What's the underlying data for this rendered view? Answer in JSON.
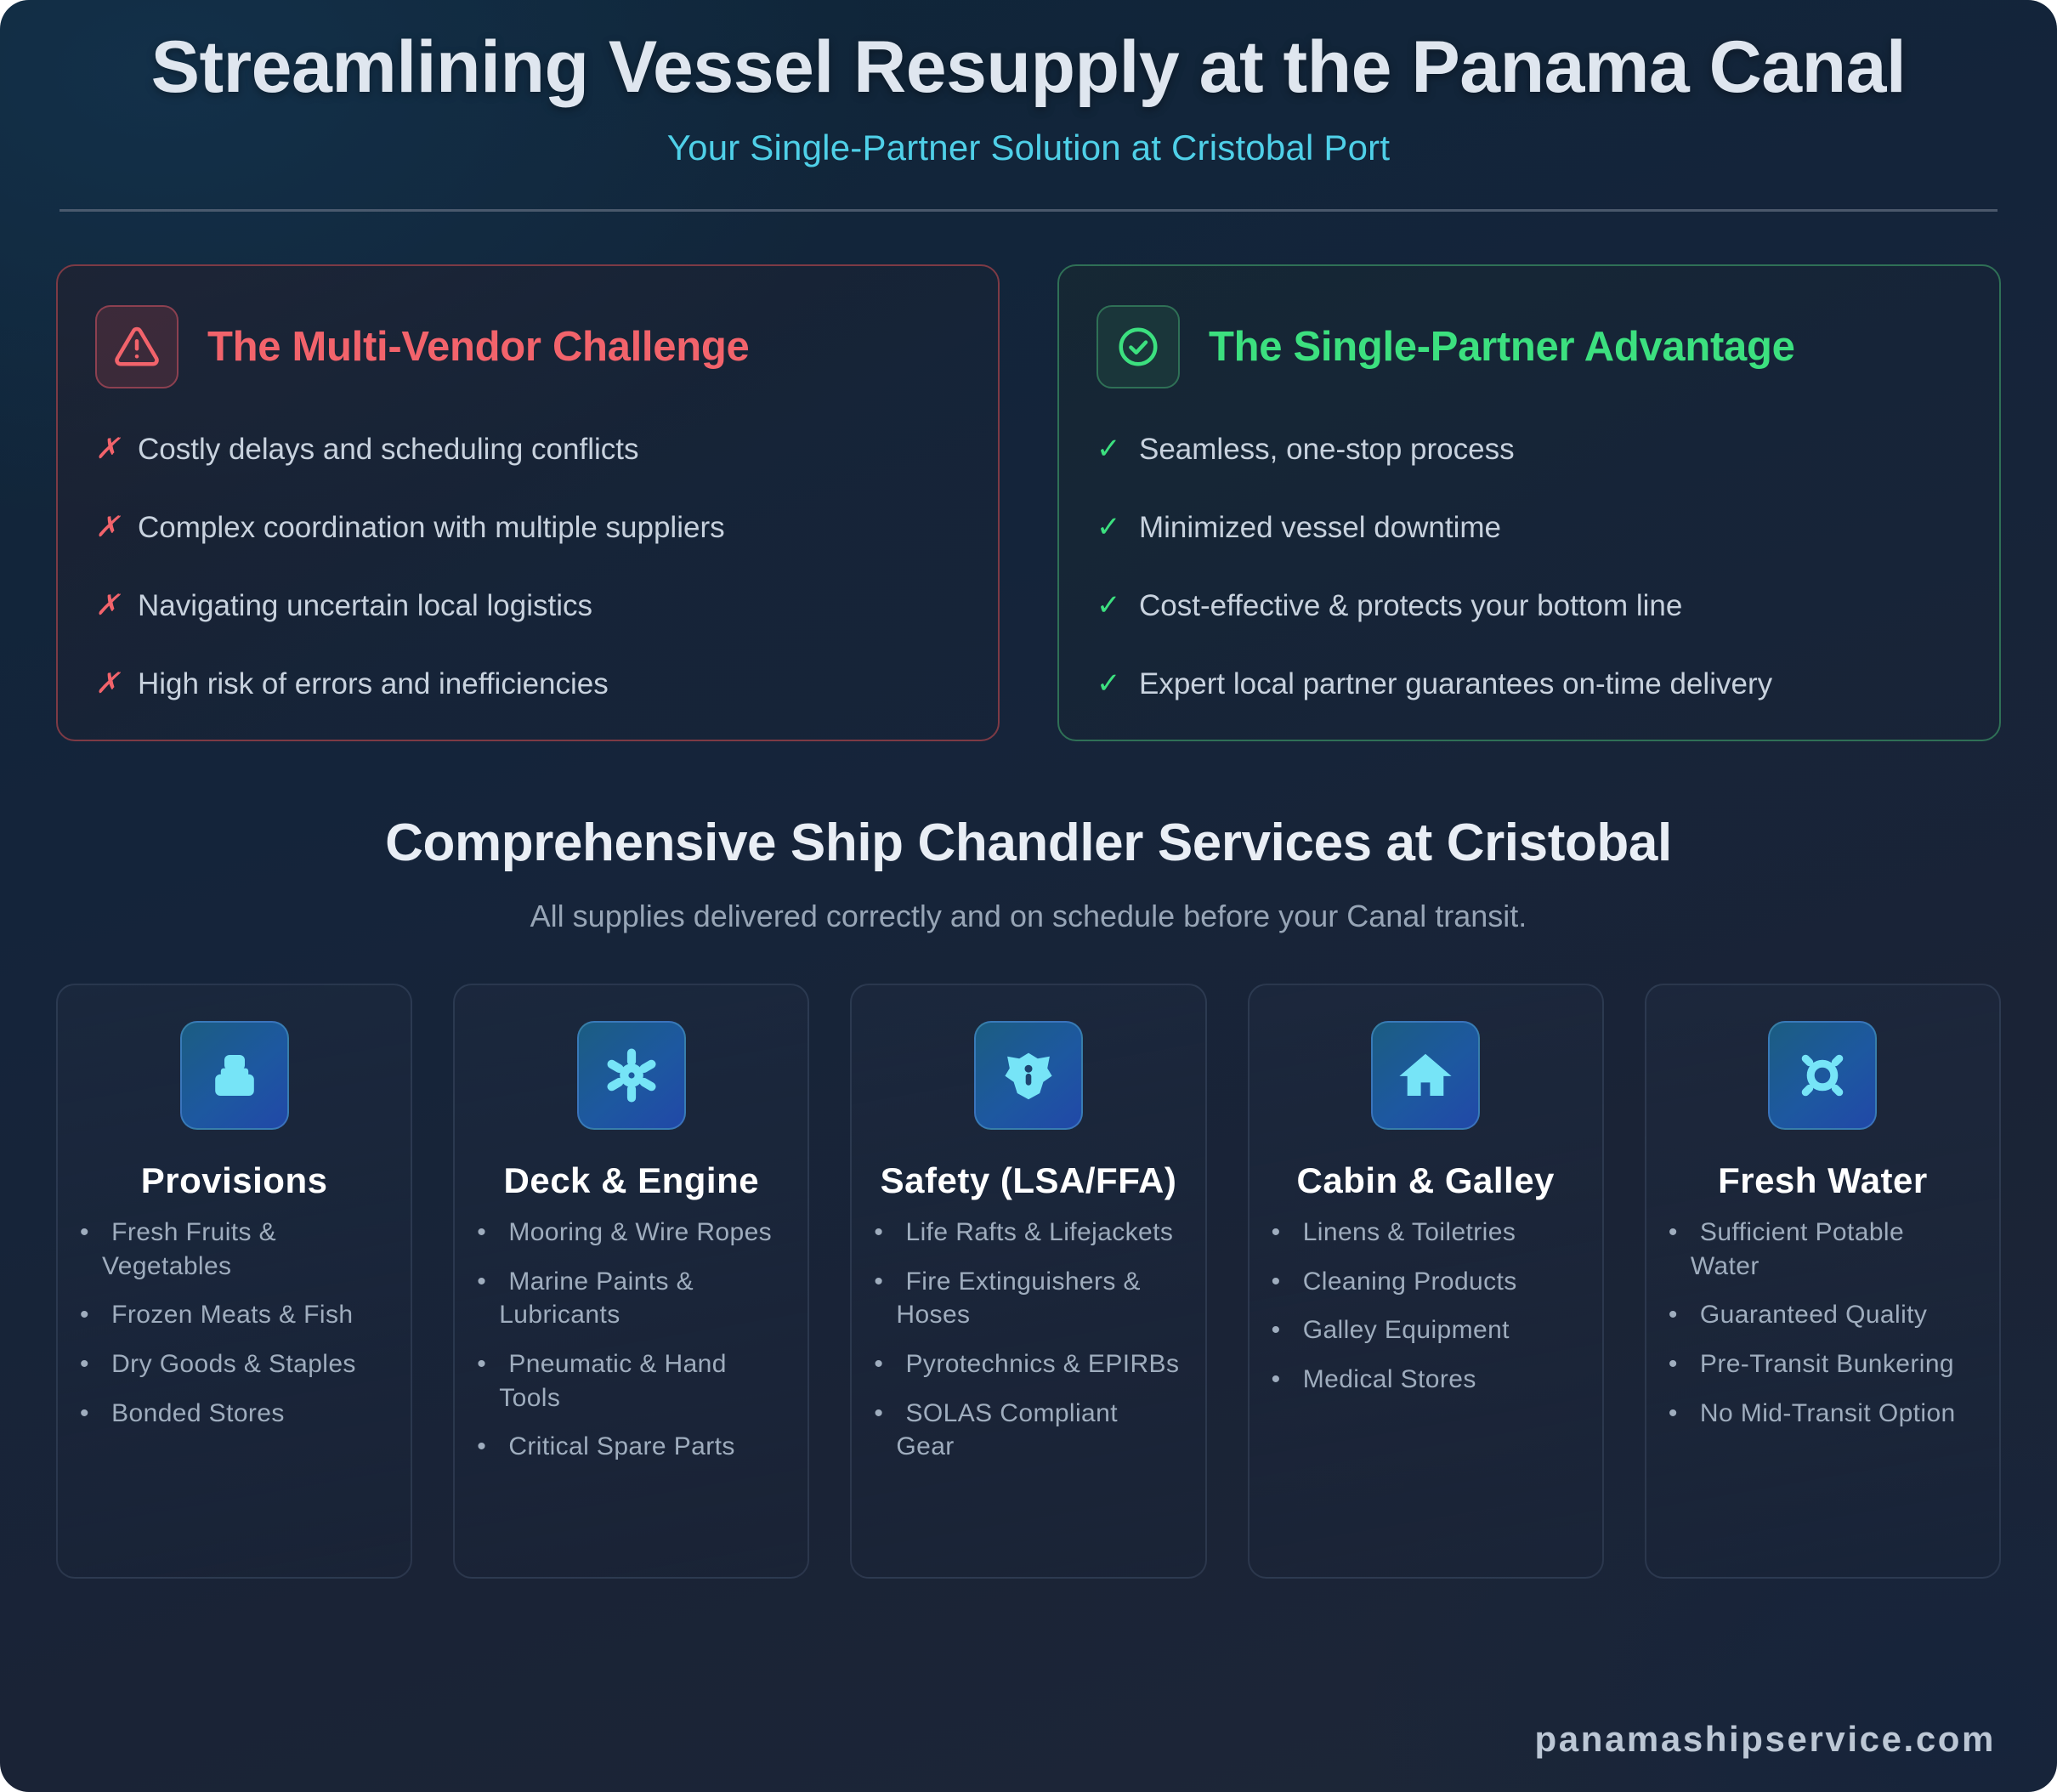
{
  "header": {
    "title": "Streamlining Vessel Resupply at the Panama Canal",
    "subtitle": "Your Single-Partner Solution at Cristobal Port"
  },
  "colors": {
    "page_background": "#15243a",
    "accent_cyan": "#4fd0e8",
    "challenge_red": "#f2636b",
    "advantage_green": "#3ce07f",
    "icon_blue": "#1d58a0",
    "icon_glyph": "#76e4f7",
    "heading_text": "#e9eef5",
    "body_text": "#c8d2de"
  },
  "comparison": {
    "challenge": {
      "icon": "warning-triangle-icon",
      "title": "The Multi-Vendor Challenge",
      "mark": "✗",
      "items": [
        "Costly delays and scheduling conflicts",
        "Complex coordination with multiple suppliers",
        "Navigating uncertain local logistics",
        "High risk of errors and inefficiencies"
      ]
    },
    "advantage": {
      "icon": "check-circle-icon",
      "title": "The Single-Partner Advantage",
      "mark": "✓",
      "items": [
        "Seamless, one-stop process",
        "Minimized vessel downtime",
        "Cost-effective & protects your bottom line",
        "Expert local partner guarantees on-time delivery"
      ]
    }
  },
  "services": {
    "title": "Comprehensive Ship Chandler Services at Cristobal",
    "subtitle": "All supplies delivered correctly and on schedule before your Canal transit.",
    "cards": [
      {
        "icon": "crate-stack-icon",
        "name": "Provisions",
        "items": [
          "Fresh Fruits & Vegetables",
          "Frozen Meats & Fish",
          "Dry Goods & Staples",
          "Bonded Stores"
        ]
      },
      {
        "icon": "gear-icon",
        "name": "Deck & Engine",
        "items": [
          "Mooring & Wire Ropes",
          "Marine Paints & Lubricants",
          "Pneumatic & Hand Tools",
          "Critical Spare Parts"
        ]
      },
      {
        "icon": "shield-info-icon",
        "name": "Safety (LSA/FFA)",
        "items": [
          "Life Rafts & Lifejackets",
          "Fire Extinguishers & Hoses",
          "Pyrotechnics & EPIRBs",
          "SOLAS Compliant Gear"
        ]
      },
      {
        "icon": "home-icon",
        "name": "Cabin & Galley",
        "items": [
          "Linens & Toiletries",
          "Cleaning Products",
          "Galley Equipment",
          "Medical Stores"
        ]
      },
      {
        "icon": "water-drop-burst-icon",
        "name": "Fresh Water",
        "items": [
          "Sufficient Potable Water",
          "Guaranteed Quality",
          "Pre-Transit Bunkering",
          "No Mid-Transit Option"
        ]
      }
    ]
  },
  "footer": {
    "url": "panamashipservice.com"
  }
}
